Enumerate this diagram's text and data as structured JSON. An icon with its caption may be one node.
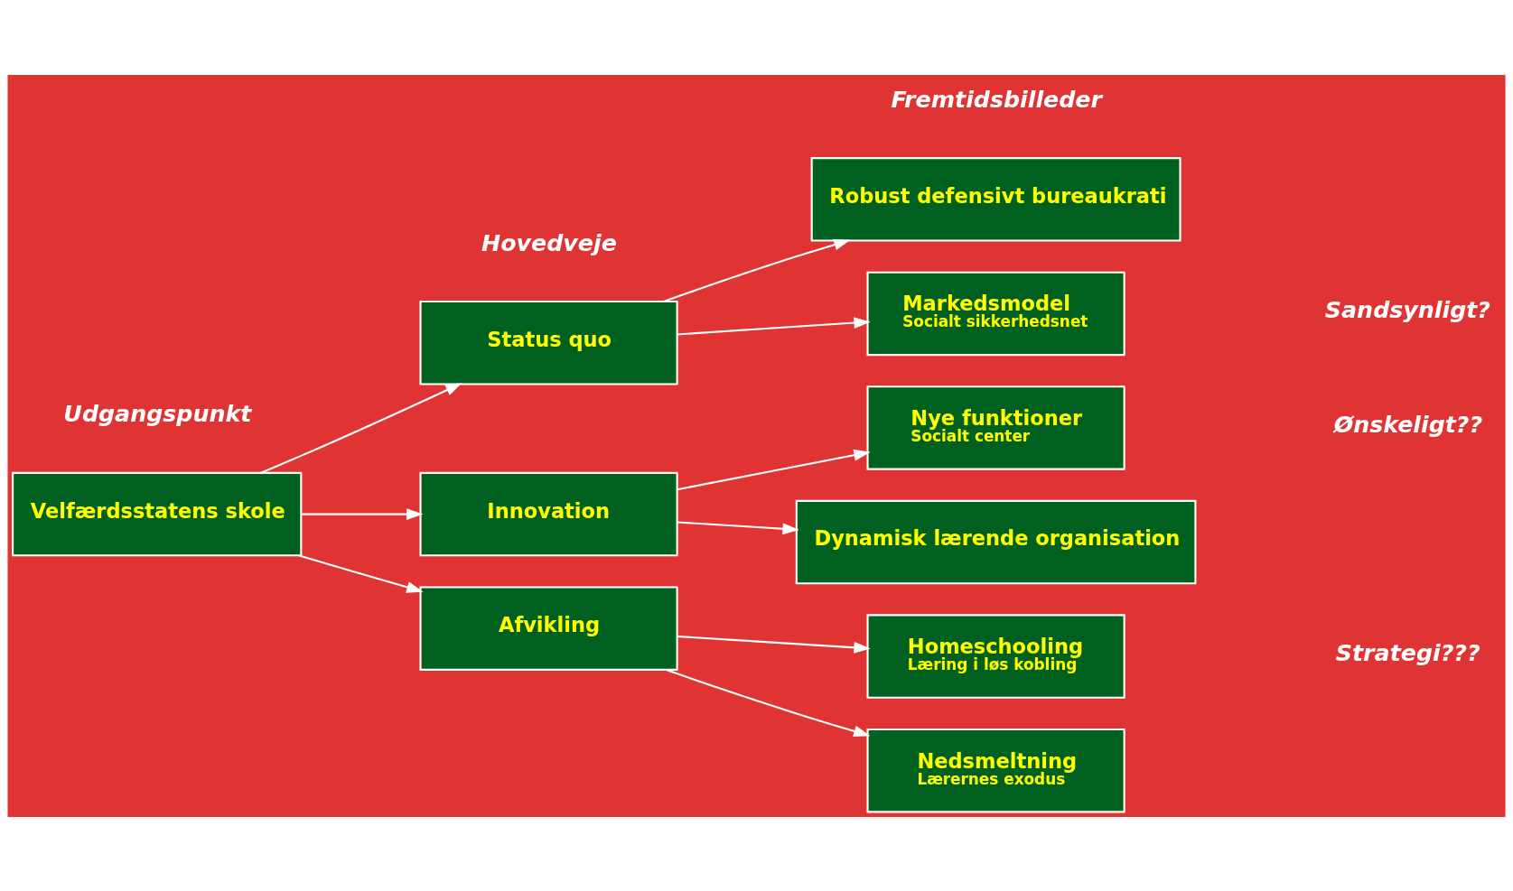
{
  "diagram": {
    "nodes": [
      {
        "text": [
          "Velfærdsstatens skole"
        ]
      },
      {
        "text": [
          "Status quo"
        ]
      },
      {
        "text": [
          "Innovation"
        ]
      },
      {
        "text": [
          "Afvikling"
        ]
      },
      {
        "text": [
          "Robust defensivt bureaukrati"
        ]
      },
      {
        "text": [
          "Markedsmodel",
          "Socialt sikkerhedsnet"
        ]
      },
      {
        "text": [
          "Nye funktioner",
          "Socialt center"
        ]
      },
      {
        "text": [
          "Dynamisk lærende organisation"
        ]
      },
      {
        "text": [
          "Homeschooling",
          "Læring i løs kobling"
        ]
      },
      {
        "text": [
          "Nedsmeltning",
          "Lærernes exodus"
        ]
      }
    ],
    "edges": [
      {
        "from": 0,
        "to": 1,
        "arrow": "to"
      },
      {
        "from": 0,
        "to": 2,
        "arrow": "to"
      },
      {
        "from": 0,
        "to": 3,
        "arrow": "to"
      },
      {
        "from": 1,
        "to": 4,
        "arrow": "to"
      },
      {
        "from": 1,
        "to": 5,
        "arrow": "to"
      },
      {
        "from": 2,
        "to": 6,
        "arrow": "to"
      },
      {
        "from": 2,
        "to": 7,
        "arrow": "to"
      },
      {
        "from": 3,
        "to": 8,
        "arrow": "to"
      },
      {
        "from": 3,
        "to": 9,
        "arrow": "to"
      }
    ],
    "labels": [
      "Fremtidsbilleder",
      "Hovedveje",
      "Sandsynligt?",
      "Udgangspunkt",
      "Ønskeligt??",
      "Strategi???"
    ]
  }
}
